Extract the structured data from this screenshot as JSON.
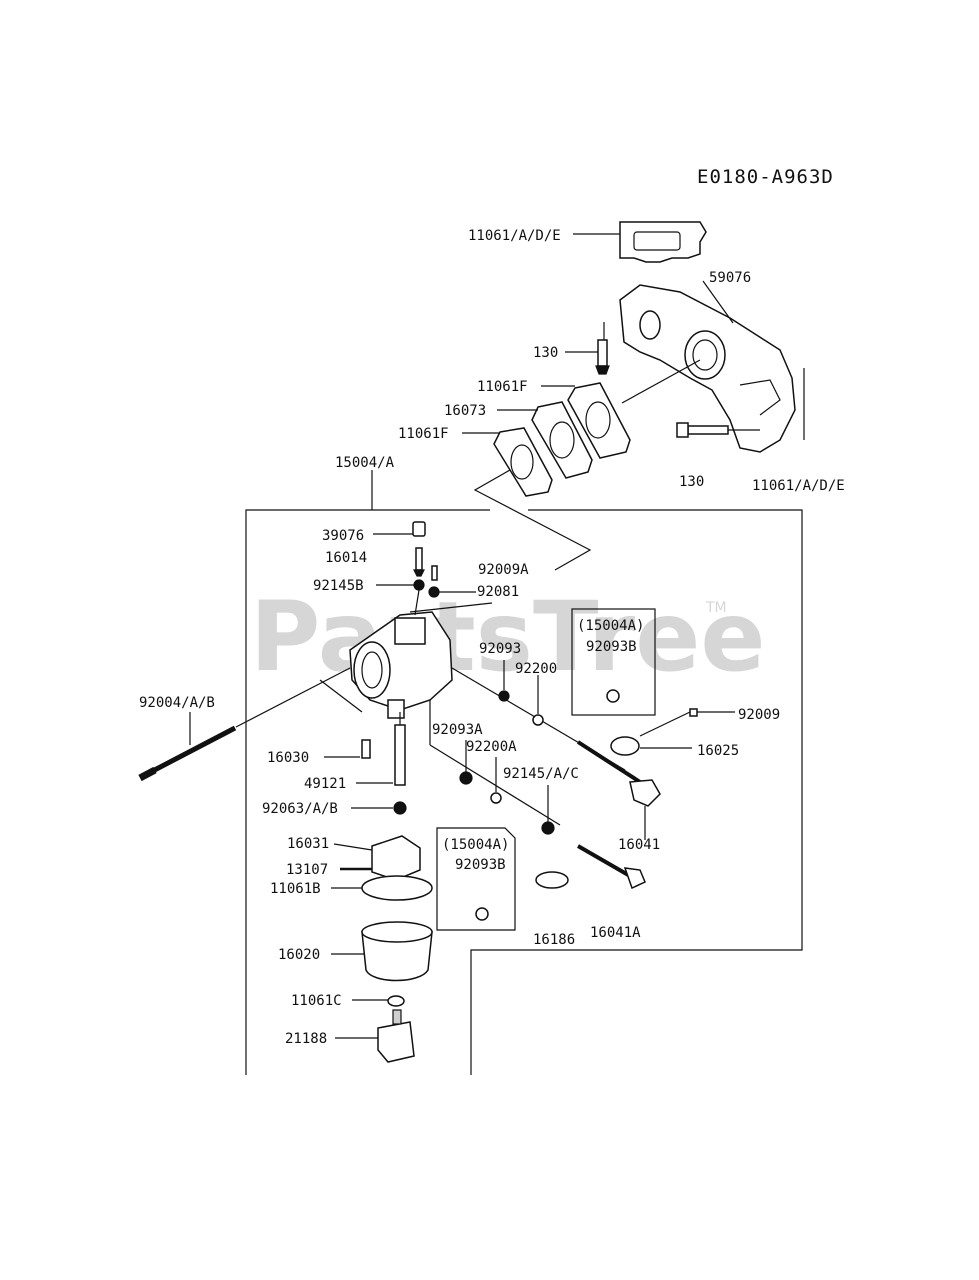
{
  "diagram_code": "E0180-A963D",
  "watermark": {
    "text": "PartsTree",
    "tm": "TM"
  },
  "labels": {
    "l11061ade_top": "11061/A/D/E",
    "l59076": "59076",
    "l130_top": "130",
    "l11061f_a": "11061F",
    "l16073": "16073",
    "l11061f_b": "11061F",
    "l15004a": "15004/A",
    "l130_right": "130",
    "l11061ade_right": "11061/A/D/E",
    "l39076": "39076",
    "l16014": "16014",
    "l92009a": "92009A",
    "l92145b": "92145B",
    "l92081": "92081",
    "l15004a_box1": "(15004A)",
    "l92093b_box1": "92093B",
    "l92093": "92093",
    "l92200": "92200",
    "l92004ab": "92004/A/B",
    "l92009": "92009",
    "l16025": "16025",
    "l16030": "16030",
    "l92093a": "92093A",
    "l92200a": "92200A",
    "l49121": "49121",
    "l92145ac": "92145/A/C",
    "l92063ab": "92063/A/B",
    "l16041": "16041",
    "l16031": "16031",
    "l15004a_box2": "(15004A)",
    "l92093b_box2": "92093B",
    "l13107": "13107",
    "l11061b": "11061B",
    "l16186": "16186",
    "l16041a": "16041A",
    "l16020": "16020",
    "l11061c": "11061C",
    "l21188": "21188"
  }
}
